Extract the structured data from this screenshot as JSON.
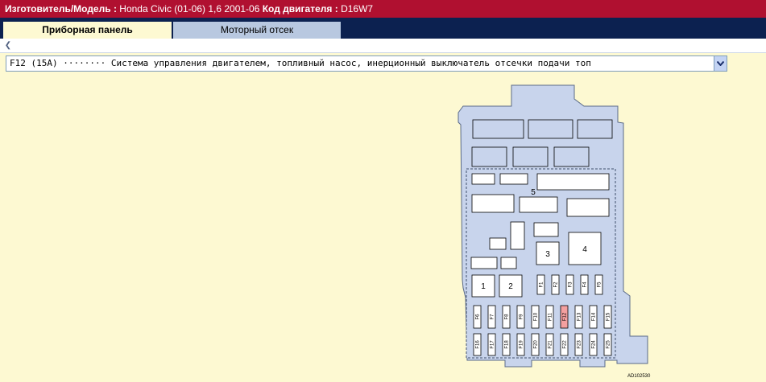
{
  "header": {
    "maker_label": "Изготовитель/Модель :",
    "maker_value": "Honda Civic (01-06) 1,6 2001-06",
    "engine_label": "Код двигателя :",
    "engine_value": "D16W7"
  },
  "tabs": [
    {
      "label": "Приборная панель",
      "active": true
    },
    {
      "label": "Моторный отсек",
      "active": false
    }
  ],
  "fuse_select": {
    "value": "F12 (15А) ········ Система управления двигателем, топливный насос, инерционный выключатель отсечки подачи топ"
  },
  "diagram": {
    "relays": [
      "1",
      "2",
      "3",
      "4",
      "5"
    ],
    "fuses_top": [
      "F1",
      "F2",
      "F3",
      "F4",
      "F5"
    ],
    "fuses_mid": [
      "F6",
      "F7",
      "F8",
      "F9",
      "F10",
      "F11",
      "F12",
      "F13",
      "F14",
      "F15"
    ],
    "fuses_bottom": [
      "F16",
      "F17",
      "F18",
      "F19",
      "F20",
      "F21",
      "F22",
      "F23",
      "F24",
      "F25"
    ],
    "highlighted": "F12",
    "highlight_color": "#f4a0a0",
    "credit": "AD102530"
  },
  "colors": {
    "brand_red": "#b01030",
    "nav_blue": "#0c2150",
    "box_fill": "#c8d4ec",
    "page_bg": "#fdf9d2"
  }
}
